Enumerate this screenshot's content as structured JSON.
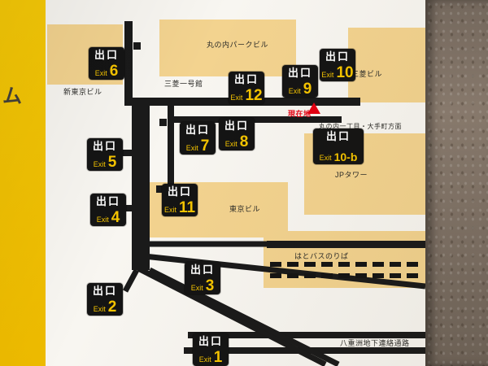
{
  "photo": {
    "frame_text": "ム",
    "colors": {
      "frame_yellow": "#f2c500",
      "exit_yellow": "#f5c400",
      "road_black": "#1a1a1a",
      "building_tan": "#f3d38f",
      "current_red": "#e60012",
      "wall_gray": "#8a7c70"
    }
  },
  "map": {
    "exit_word": "出口",
    "exit_en": "Exit",
    "current_location_label": "現在地",
    "direction_label": "丸の内一丁目・大手町方面",
    "buildings": {
      "marunouchi_park": "丸の内パークビル",
      "mitsubishi_ichigokan": "三菱一号館",
      "mitsubishi": "三菱ビル",
      "shin_tokyo": "新東京ビル",
      "jp_tower": "JPタワー",
      "tokyo_building": "東京ビル",
      "hato_bus": "はとバスのりば",
      "yaesu_passage": "八重洲地下連絡通路"
    },
    "exits": [
      {
        "number": "6"
      },
      {
        "number": "12"
      },
      {
        "number": "9"
      },
      {
        "number": "10"
      },
      {
        "number": "7"
      },
      {
        "number": "8"
      },
      {
        "number": "5"
      },
      {
        "number": "10-b"
      },
      {
        "number": "11"
      },
      {
        "number": "4"
      },
      {
        "number": "3"
      },
      {
        "number": "2"
      },
      {
        "number": "1"
      }
    ]
  }
}
